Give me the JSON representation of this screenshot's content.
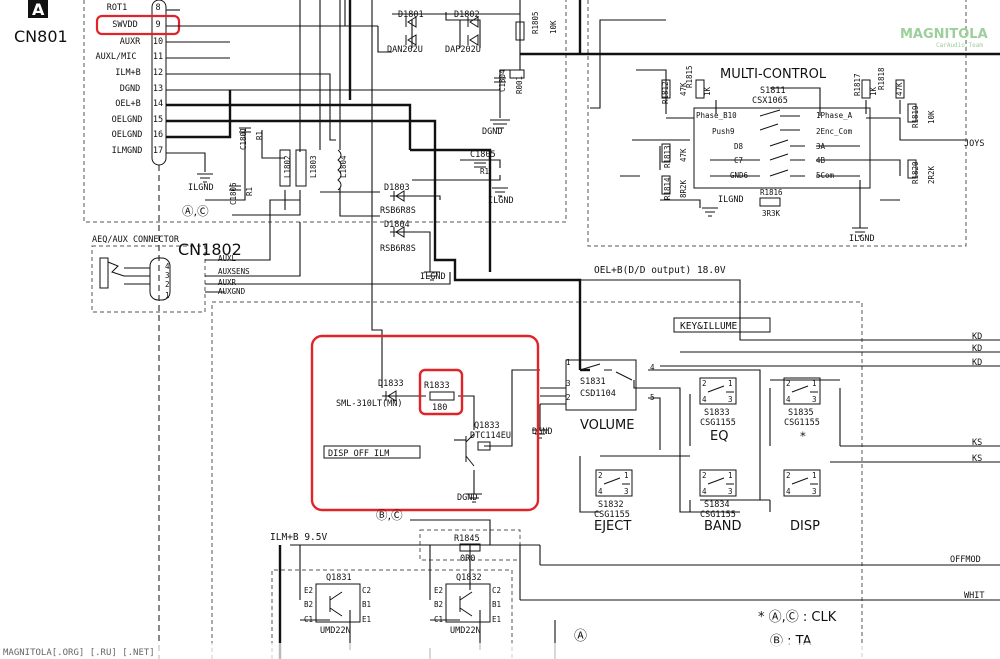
{
  "sheet_badge": "A",
  "cn801": {
    "title": "CN801",
    "pins": [
      {
        "name": "ROT1",
        "num": "8"
      },
      {
        "name": "SWVDD",
        "num": "9"
      },
      {
        "name": "AUXR",
        "num": "10"
      },
      {
        "name": "AUXL/MIC",
        "num": "11"
      },
      {
        "name": "ILM+B",
        "num": "12"
      },
      {
        "name": "DGND",
        "num": "13"
      },
      {
        "name": "OEL+B",
        "num": "14"
      },
      {
        "name": "OELGND",
        "num": "15"
      },
      {
        "name": "OELGND",
        "num": "16"
      },
      {
        "name": "ILMGND",
        "num": "17"
      }
    ]
  },
  "cn1802": {
    "header": "AEQ/AUX CONNECTOR",
    "title": "CN1802",
    "pins": [
      {
        "name": "AUXL",
        "num": "4"
      },
      {
        "name": "AUXSENS",
        "num": "3"
      },
      {
        "name": "AUXR",
        "num": "2"
      },
      {
        "name": "AUXGND",
        "num": "1"
      }
    ]
  },
  "components": {
    "d1801": "D1801",
    "d1802": "D1802",
    "dan": "DAN202U",
    "dap": "DAP202U",
    "r1805": "R1805",
    "r1805v": "10K",
    "c1804": "C1804",
    "r001": "R001",
    "c1801": "C1801",
    "r1": "R1",
    "l1802": "L1802",
    "l1803": "L1803",
    "l1804": "L1804",
    "c1806": "C1806",
    "c1805": "C1805",
    "d1803": "D1803",
    "d1803p": "RSB6R8S",
    "d1804": "D1804",
    "d1804p": "RSB6R8S",
    "d1833": "D1833",
    "d1833p": "SML-310LT(MN)",
    "r1833": "R1833",
    "r1833v": "180",
    "q1833": "Q1833",
    "q1833p": "DTC114EU",
    "disp_off": "DISP OFF ILM",
    "r1845": "R1845",
    "r1845v": "0R0",
    "q1831": "Q1831",
    "q1831p": "UMD22N",
    "q1832": "Q1832",
    "q1832p": "UMD22N",
    "r1812": "R1812",
    "r1812v": "47K",
    "r1815": "R1815",
    "r1815v": "1K",
    "r1817": "R1817",
    "r1817v": "1K",
    "r1818": "R1818",
    "r1818v": "47K",
    "r1819": "R1819",
    "r1819v": "10K",
    "r1813": "R1813",
    "r1813v": "47K",
    "r1814": "R1814",
    "r1814v": "8R2K",
    "r1820": "R1820",
    "r1820v": "2R2K",
    "r1816": "R1816",
    "r1816v": "3R3K",
    "s1811": "S1811",
    "s1811p": "CSX1065",
    "s1831": "S1831",
    "s1831p": "CSD1104",
    "s1833": "S1833",
    "s1833p": "CSG1155",
    "s1835": "S1835",
    "s1835p": "CSG1155",
    "s1832": "S1832",
    "s1832p": "CSG1155",
    "s1834": "S1834",
    "s1834p": "CSG1155"
  },
  "multi_control": {
    "title": "MULTI-CONTROL",
    "pins": [
      "Phase_B10",
      "Push9",
      "D8",
      "C7",
      "GND6",
      "1Phase_A",
      "2Enc_Com",
      "3A",
      "4B",
      "5Com"
    ]
  },
  "labels": {
    "key_illume": "KEY&ILLUME",
    "oel_line": "OEL+B(D/D output) 18.0V",
    "ilm_line": "ILM+B 9.5V",
    "volume": "VOLUME",
    "eq": "EQ",
    "eject": "EJECT",
    "band": "BAND",
    "disp": "DISP",
    "star": "*",
    "ac_circ": "Ⓐ,Ⓒ",
    "bc_circ": "Ⓑ,Ⓒ",
    "a_circ": "Ⓐ",
    "legend_clk": "* Ⓐ,Ⓒ : CLK",
    "legend_ta": "Ⓑ : TA",
    "joys": "JOYS",
    "kd1": "KD",
    "kd2": "KD",
    "kd3": "KD",
    "ks1": "KS",
    "ks2": "KS",
    "offmod": "OFFMOD",
    "whit": "WHIT"
  },
  "grounds": {
    "ilgnd": "ILGND",
    "dgnd": "DGND"
  },
  "watermark": {
    "top_logo": "MAGNITOLA",
    "top_sub": "CarAudio.Team",
    "bottom": "MAGNITOLA[.ORG] [.RU] [.NET]"
  },
  "colors": {
    "highlight": "#e0242a",
    "line": "#111111",
    "dash": "#555555"
  }
}
